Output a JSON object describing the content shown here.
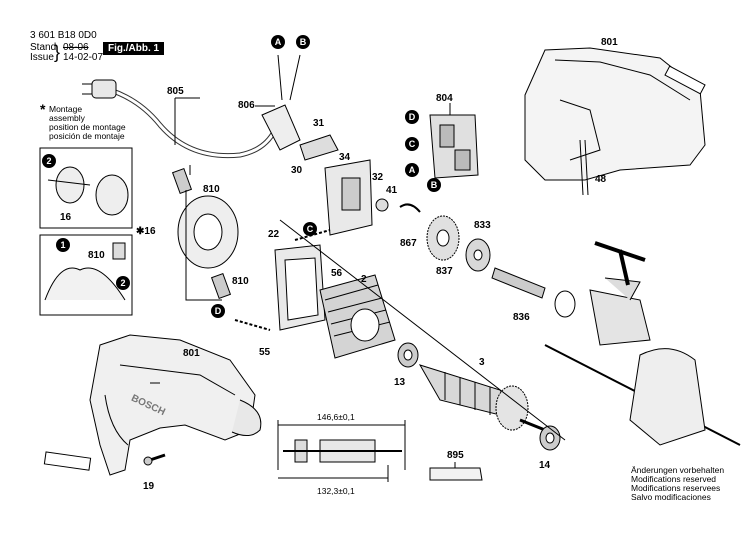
{
  "header": {
    "part_number": "3 601 B18 0D0",
    "stand_label": "Stand",
    "stand_value": "08-06",
    "issue_label": "Issue",
    "issue_value": "14-02-07",
    "fig_label": "Fig./Abb. 1"
  },
  "legend": {
    "star": "*",
    "lines": [
      "Montage",
      "assembly",
      "position de montage",
      "posición de montaje"
    ]
  },
  "markers": {
    "a": "A",
    "b": "B",
    "c": "C",
    "d": "D",
    "n1": "1",
    "n2": "2"
  },
  "labels": {
    "p805": "805",
    "p806": "806",
    "p804": "804",
    "p801a": "801",
    "p801b": "801",
    "p31": "31",
    "p34": "34",
    "p30": "30",
    "p32": "32",
    "p41": "41",
    "p48": "48",
    "p833": "833",
    "p867": "867",
    "p837": "837",
    "p836": "836",
    "p810a": "810",
    "p810b": "810",
    "p810c": "810",
    "p16a": "16",
    "p16b": "✱16",
    "p22": "22",
    "p56": "56",
    "p2": "2",
    "p55": "55",
    "p13": "13",
    "p3": "3",
    "p14": "14",
    "p895": "895",
    "p19": "19"
  },
  "dimensions": {
    "top": "146,6±0,1",
    "bottom": "132,3±0,1"
  },
  "brand": "BOSCH",
  "disclaimer": [
    "Änderungen vorbehalten",
    "Modifications reserved",
    "Modifications reservees",
    "Salvo modificaciones"
  ]
}
